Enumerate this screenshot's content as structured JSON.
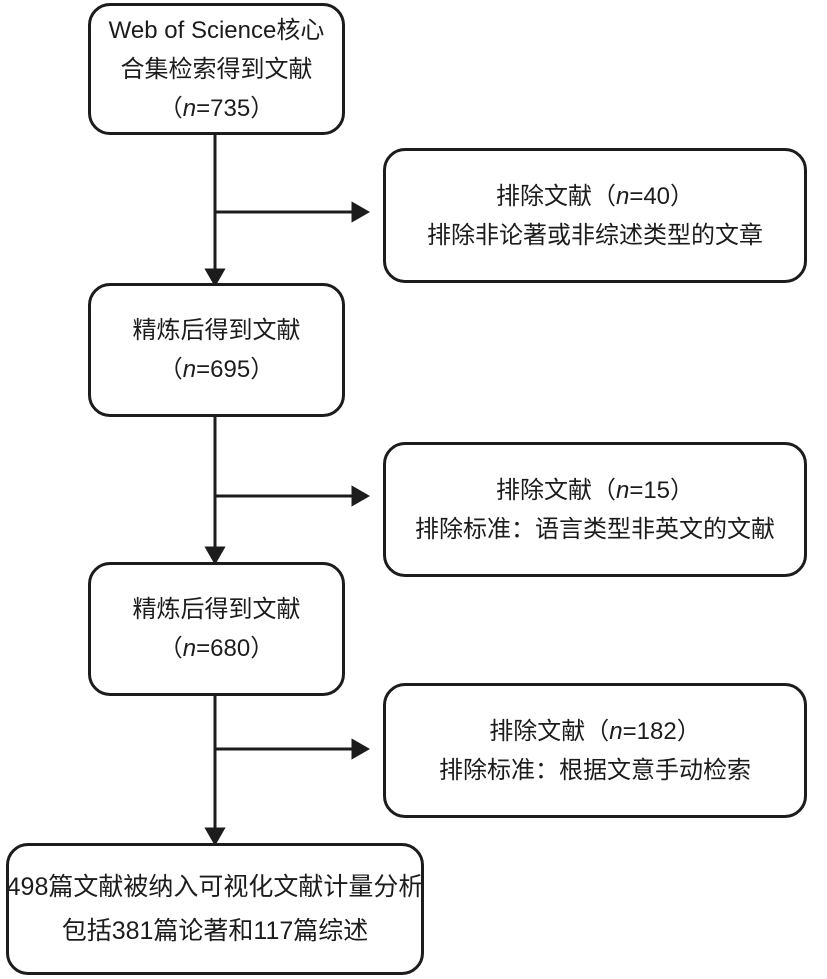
{
  "diagram": {
    "title_semantic": "literature-screening-flowchart",
    "stroke_color": "#1c1c1c",
    "text_color": "#1c1c1c",
    "background": "#ffffff"
  },
  "main_boxes": [
    {
      "name": "wos-search-result",
      "line1": "Web of Science核心",
      "line2": "合集检索得到文献",
      "count_open": "（",
      "count_var": "n",
      "count_rest": "=735）"
    },
    {
      "name": "refined-result-695",
      "line1": "精炼后得到文献",
      "count_open": "（",
      "count_var": "n",
      "count_rest": "=695）"
    },
    {
      "name": "refined-result-680",
      "line1": "精炼后得到文献",
      "count_open": "（",
      "count_var": "n",
      "count_rest": "=680）"
    }
  ],
  "exclusion_boxes": [
    {
      "name": "exclusion-40",
      "title_prefix": "排除文献",
      "count_open": "（",
      "count_var": "n",
      "count_rest": "=40）",
      "criterion": "排除非论著或非综述类型的文章"
    },
    {
      "name": "exclusion-15",
      "title_prefix": "排除文献",
      "count_open": "（",
      "count_var": "n",
      "count_rest": "=15）",
      "criterion": "排除标准：语言类型非英文的文献"
    },
    {
      "name": "exclusion-182",
      "title_prefix": "排除文献",
      "count_open": "（",
      "count_var": "n",
      "count_rest": "=182）",
      "criterion": "排除标准：根据文意手动检索"
    }
  ],
  "final_box": {
    "line1": "498篇文献被纳入可视化文献计量分析",
    "line2": "包括381篇论著和117篇综述"
  }
}
